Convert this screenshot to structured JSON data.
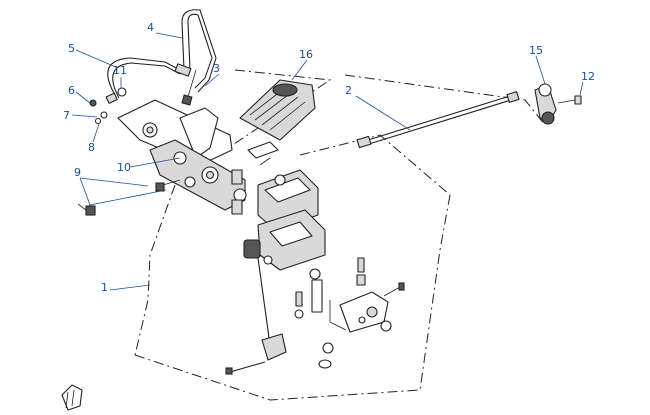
{
  "callouts": {
    "c1": "1",
    "c2": "2",
    "c3": "3",
    "c4": "4",
    "c5": "5",
    "c6": "6",
    "c7": "7",
    "c8": "8",
    "c9": "9",
    "c10": "10",
    "c11": "11",
    "c12": "12",
    "c15": "15",
    "c16": "16"
  },
  "colors": {
    "callout": "#1a4f9c",
    "line": "#222222",
    "fill": "#d9d9d9"
  },
  "icons": {
    "corner": "front-direction-arrow-icon"
  }
}
